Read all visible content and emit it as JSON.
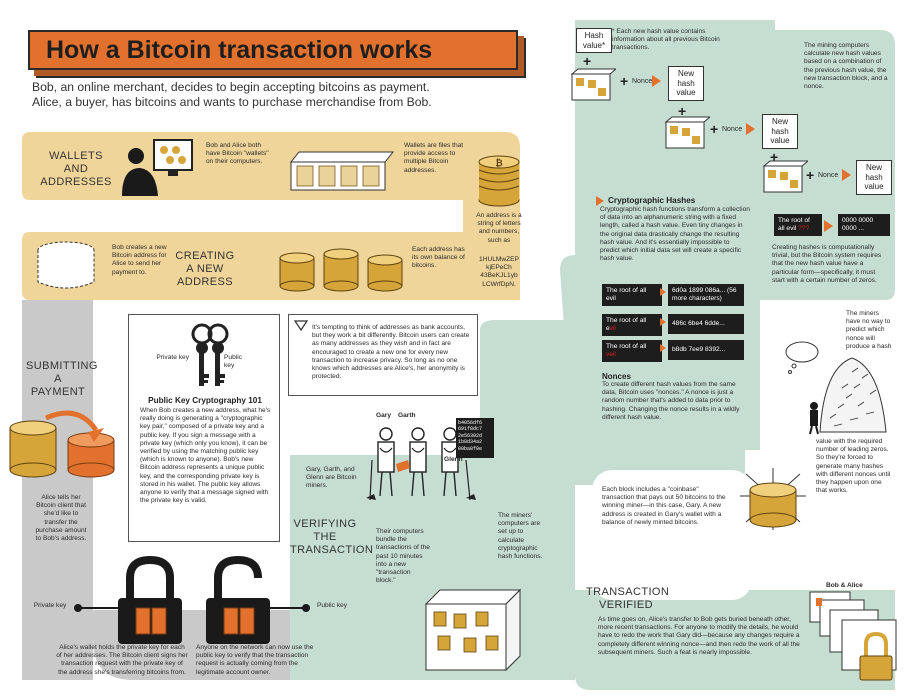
{
  "title": "How a Bitcoin transaction works",
  "intro": {
    "line1": "Bob, an online merchant, decides to begin accepting bitcoins as payment.",
    "line2": "Alice, a buyer, has bitcoins and wants to purchase merchandise from Bob."
  },
  "wallets": {
    "heading_line1": "WALLETS",
    "heading_line2": "AND",
    "heading_line3": "ADDRESSES",
    "bob_alice_text": "Bob and Alice both have Bitcoin \"wallets\" on their computers.",
    "wallet_files_text": "Wallets are files that provide access to multiple Bitcoin addresses.",
    "address_text": "An address is a string of letters and numbers, such as",
    "address_example": "1HULMwZEP kjEPeCh 43BeKJL1yb LCWrfDpN."
  },
  "creating": {
    "heading_line1": "CREATING",
    "heading_line2": "A NEW",
    "heading_line3": "ADDRESS",
    "bob_creates_text": "Bob creates a new Bitcoin address for Alice to send her payment to.",
    "balance_text": "Each address has its own balance of bitcoins."
  },
  "pkc": {
    "private_label": "Private key",
    "public_label": "Public key",
    "heading": "Public Key Cryptography 101",
    "body": "When Bob creates a new address, what he's really doing is generating a \"cryptographic key pair,\" composed of a private key and a public key. If you sign a message with a private key (which only you know), it can be verified by using the matching public key (which is known to anyone). Bob's new Bitcoin address represents a unique public key, and the corresponding private key is stored in his wallet. The public key allows anyone to verify that a message signed with the private key is valid."
  },
  "privacy": {
    "body": "It's tempting to think of addresses as bank accounts, but they work a bit differently. Bitcoin users can create as many addresses as they wish and in fact are encouraged to create a new one for every new transaction to increase privacy. So long as no one knows which addresses are Alice's, her anonymity is protected."
  },
  "submitting": {
    "heading_line1": "SUBMITTING",
    "heading_line2": "A PAYMENT",
    "alice_text": "Alice tells her Bitcoin client that she'd like to transfer the purchase amount to Bob's address."
  },
  "keys": {
    "private_label": "Private key",
    "public_label": "Public key",
    "alice_wallet_text": "Alice's wallet holds the private key for each of her addresses. The Bitcoin client signs her transaction request with the private key of the address she's transferring bitcoins from.",
    "anyone_text": "Anyone on the network can now use the public key to verify that the transaction request is actually coming from the legitimate account owner."
  },
  "verifying": {
    "heading_line1": "VERIFYING",
    "heading_line2": "THE",
    "heading_line3": "TRANSACTION",
    "miners_intro": "Gary, Garth, and Glenn are Bitcoin miners.",
    "bundle_text": "Their computers bundle the transactions of the past 10 minutes into a new \"transaction block.\"",
    "setup_text": "The miners' computers are set up to calculate cryptographic hash functions.",
    "name_gary": "Gary",
    "name_garth": "Garth",
    "name_glenn": "Glenn",
    "hash_sign": "b4056df6 691f8dc7 2e56302d 1b8d34a2 00ba8f0e"
  },
  "hash_chain": {
    "hash_value_star": "Hash value*",
    "note": "* Each new hash value contains information about all previous Bitcoin transactions.",
    "new_hash_value": "New hash value",
    "nonce": "Nonce",
    "mining_text": "The mining computers calculate new hash values based on a combination of the previous hash value, the new transaction block, and a nonce."
  },
  "crypto": {
    "heading": "Cryptographic Hashes",
    "body": "Cryptographic hash functions transform a collection of data into an alphanumeric string with a fixed length, called a hash value. Even tiny changes in the original data drastically change the resulting hash value. And it's essentially impossible to predict which initial data set will create a specific hash value.",
    "rows": [
      {
        "input_prefix": "The root of all evil",
        "input_suffix": "",
        "hash": "6d0a 1899 086a... (56 more characters)"
      },
      {
        "input_prefix": "The root of all e",
        "input_suffix": "vil",
        "hash": "486c 6be4 6dde..."
      },
      {
        "input_prefix": "The root of all ",
        "input_suffix": "veil",
        "hash": "b8db 7ee9 8392..."
      }
    ],
    "nonces_heading": "Nonces",
    "nonces_body": "To create different hash values from the same data, Bitcoin uses \"nonces.\" A nonce is just a random number that's added to data prior to hashing. Changing the nonce results in a wildly different hash value."
  },
  "difficulty": {
    "root_text": "The root of all evil",
    "root_marks": "???",
    "zeros": "0000 0000 0000 ...",
    "body": "Creating hashes is computationally trivial, but the Bitcoin system requires that the new hash value have a particular form—specifically, it must start with a certain number of zeros.",
    "predict": "The miners have no way to predict which nonce will produce a hash",
    "required": "value with the required number of leading zeros. So they're forced to generate many hashes with different nonces until they happen upon one that works."
  },
  "coinbase": {
    "body": "Each block includes a \"coinbase\" transaction that pays out 50 bitcoins to the winning miner—in this case, Gary. A new address is created in Gary's wallet with a balance of newly minted bitcoins."
  },
  "verified": {
    "heading_line1": "TRANSACTION",
    "heading_line2": "VERIFIED",
    "body": "As time goes on, Alice's transfer to Bob gets buried beneath other, more recent transactions. For anyone to modify the details, he would have to redo the work that Gary did—because any changes require a completely different winning nonce—and then redo the work of all the subsequent miners. Such a feat is nearly impossible.",
    "bob_alice": "Bob & Alice"
  },
  "colors": {
    "gold_band": "#f0d59a",
    "gray_band": "#c9c9c9",
    "teal_band": "#c6ddd2",
    "orange": "#e2712d",
    "dark": "#1d1d1d"
  }
}
